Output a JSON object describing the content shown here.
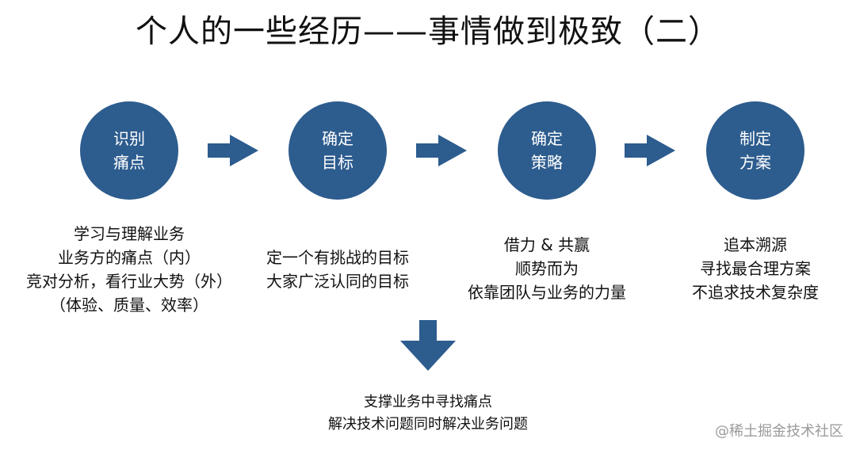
{
  "title": "个人的一些经历——事情做到极致（二）",
  "steps": [
    {
      "line1": "识别",
      "line2": "痛点",
      "desc": [
        "学习与理解业务",
        "业务方的痛点（内）",
        "竞对分析，看行业大势（外）",
        "（体验、质量、效率）"
      ]
    },
    {
      "line1": "确定",
      "line2": "目标",
      "desc": [
        "定一个有挑战的目标",
        "大家广泛认同的目标"
      ]
    },
    {
      "line1": "确定",
      "line2": "策略",
      "desc": [
        "借力 & 共赢",
        "顺势而为",
        "依靠团队与业务的力量"
      ]
    },
    {
      "line1": "制定",
      "line2": "方案",
      "desc": [
        "追本溯源",
        "寻找最合理方案",
        "不追求技术复杂度"
      ]
    }
  ],
  "bottom_note": [
    "支撑业务中寻找痛点",
    "解决技术问题同时解决业务问题"
  ],
  "watermark": "@稀土掘金技术社区",
  "colors": {
    "circle": "#2d5c8e",
    "arrow": "#2d5c8e",
    "text": "#111111",
    "watermark": "#9a9a9a"
  }
}
